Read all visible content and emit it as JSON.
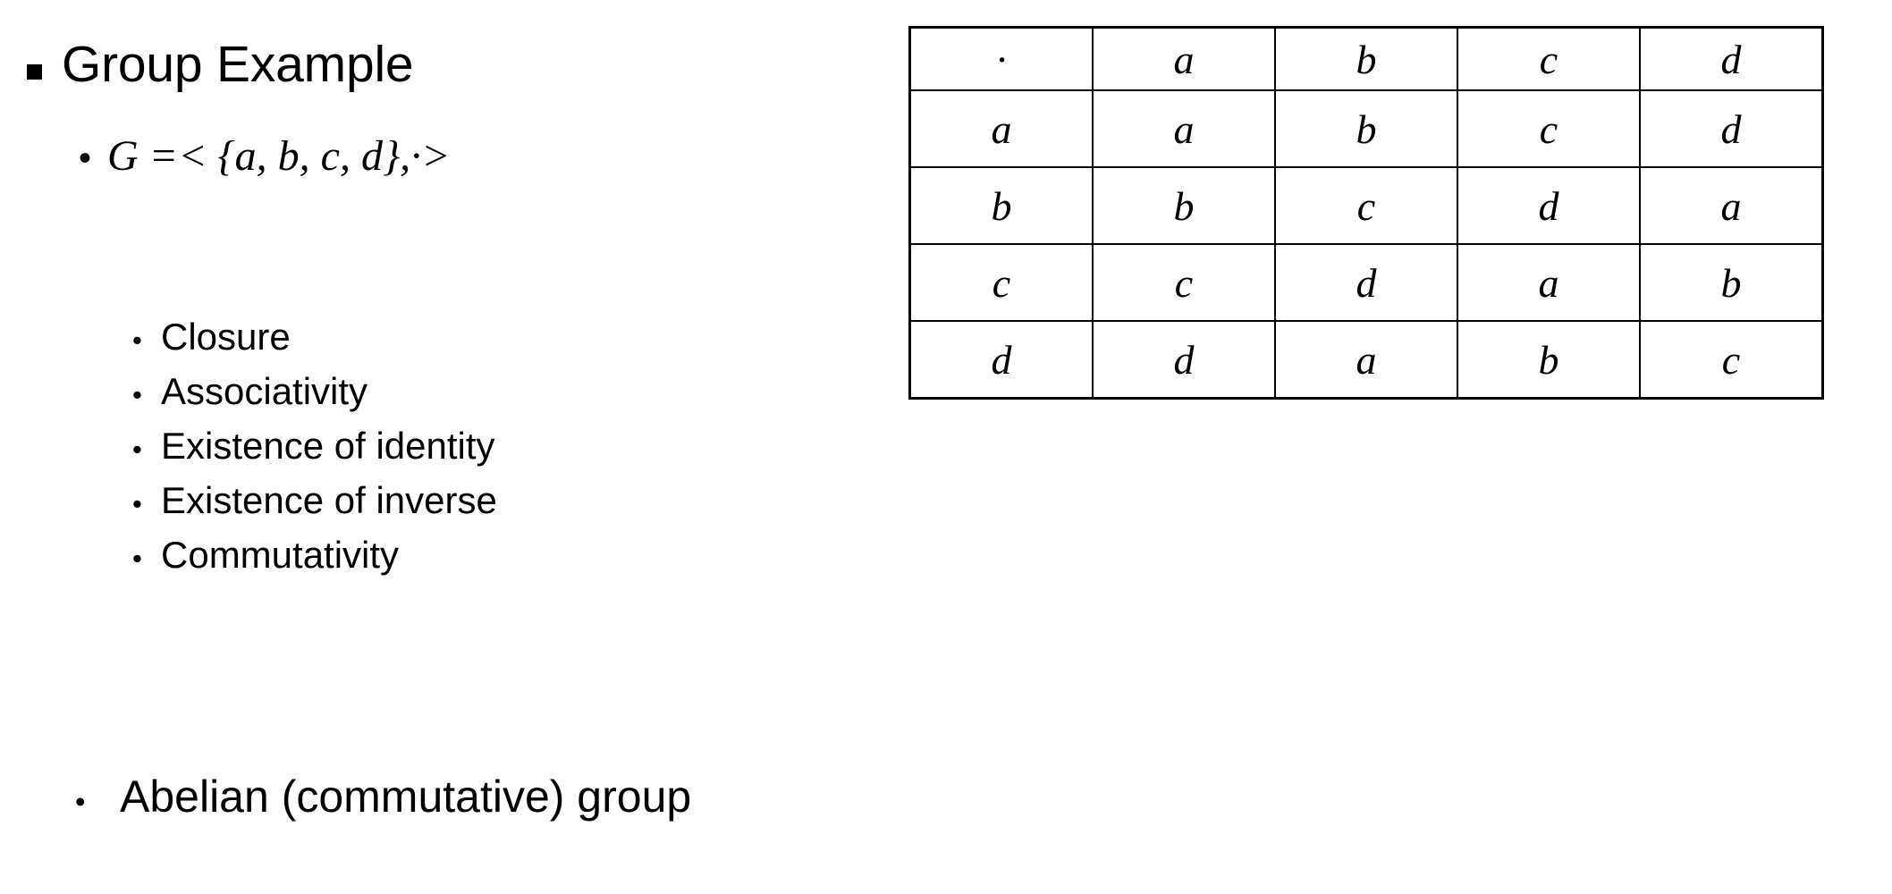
{
  "slide": {
    "heading": {
      "bullet_glyph": "square-bullet",
      "text": "Group Example"
    },
    "definition": {
      "bullet_glyph": "•",
      "variable": "G",
      "equals_open": "=< {",
      "elements": "a, b, c, d",
      "close": "},·>",
      "full_text": "G =< {a, b, c, d},·>"
    },
    "properties": {
      "bullet_glyph": "•",
      "items": [
        {
          "label": "Closure"
        },
        {
          "label": "Associativity"
        },
        {
          "label": "Existence of identity"
        },
        {
          "label": "Existence of inverse"
        },
        {
          "label": "Commutativity"
        }
      ]
    },
    "conclusion": {
      "bullet_glyph": "•",
      "text": "Abelian (commutative) group"
    }
  },
  "cayley_table": {
    "operator_symbol": "·",
    "column_headers": [
      "a",
      "b",
      "c",
      "d"
    ],
    "row_headers": [
      "a",
      "b",
      "c",
      "d"
    ],
    "rows": [
      [
        "a",
        "b",
        "c",
        "d"
      ],
      [
        "b",
        "c",
        "d",
        "a"
      ],
      [
        "c",
        "d",
        "a",
        "b"
      ],
      [
        "d",
        "a",
        "b",
        "c"
      ]
    ],
    "colors": {
      "column_header_fill": "#d9d9d9",
      "row_header_fill": "#bfbfbf",
      "cell_fill": "#ffffff",
      "border": "#000000"
    }
  }
}
